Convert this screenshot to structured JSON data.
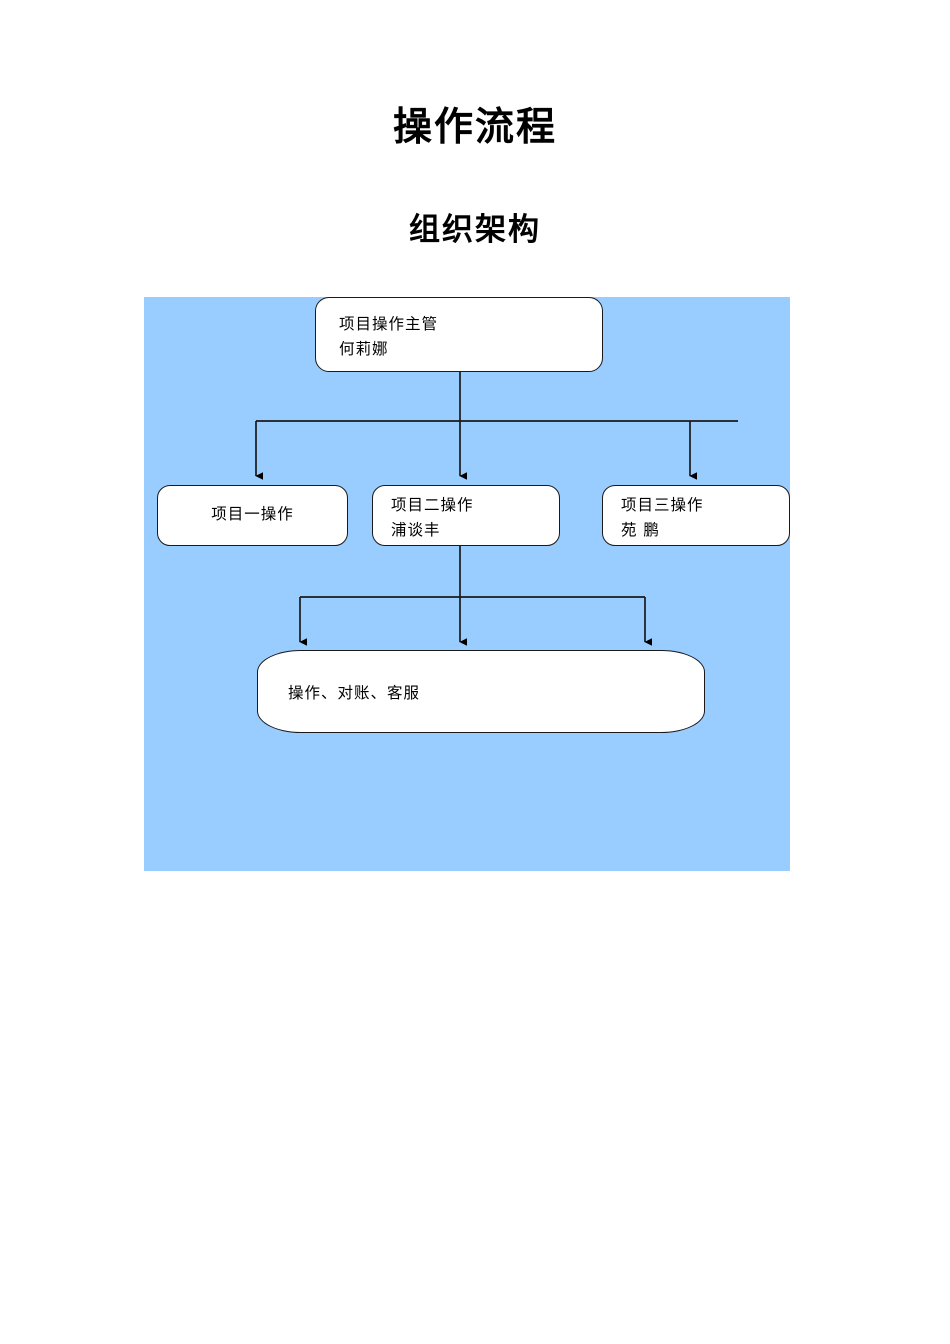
{
  "document": {
    "title_main": "操作流程",
    "title_sub": "组织架构"
  },
  "diagram": {
    "type": "org-chart",
    "canvas_color": "#99ccff",
    "box_fill": "#ffffff",
    "box_stroke": "#1a1a1a",
    "nodes": {
      "manager": {
        "role": "项目操作主管",
        "person": "何莉娜"
      },
      "project_1": {
        "role": "项目一操作",
        "person": ""
      },
      "project_2": {
        "role": "项目二操作",
        "person": "浦谈丰"
      },
      "project_3": {
        "role": "项目三操作",
        "person": "苑 鹏"
      },
      "duties": {
        "label": "操作、对账、客服"
      }
    }
  }
}
